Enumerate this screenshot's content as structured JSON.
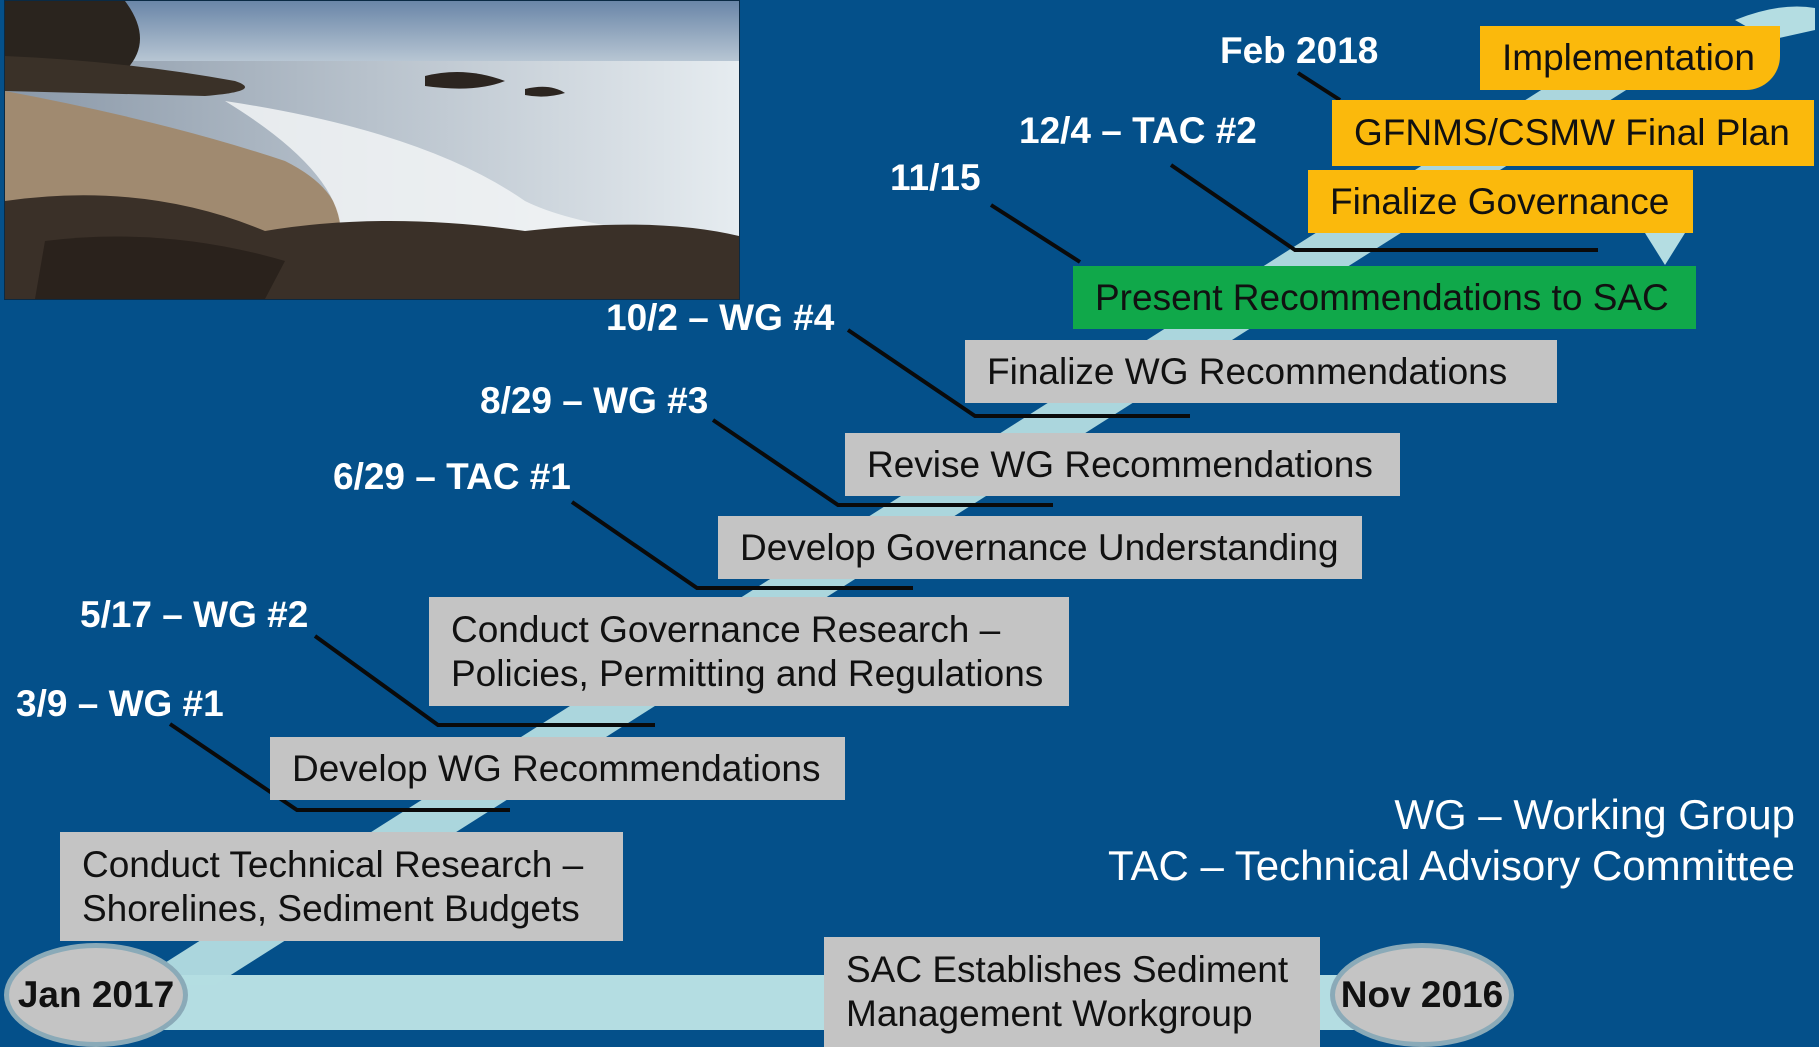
{
  "start_oval": "Jan 2017",
  "end_oval": "Nov 2016",
  "milestones": [
    {
      "date": "3/9 – WG #1"
    },
    {
      "date": "5/17 – WG #2"
    },
    {
      "date": "6/29 – TAC #1"
    },
    {
      "date": "8/29 – WG #3"
    },
    {
      "date": "10/2 – WG #4"
    },
    {
      "date": "11/15"
    },
    {
      "date": "12/4 – TAC #2"
    },
    {
      "date": "Feb 2018"
    }
  ],
  "tasks": [
    {
      "line1": "Conduct Technical Research –",
      "line2": "Shorelines, Sediment Budgets"
    },
    {
      "text": "Develop WG Recommendations"
    },
    {
      "line1": "Conduct Governance Research –",
      "line2": "Policies, Permitting and Regulations"
    },
    {
      "text": "Develop Governance Understanding"
    },
    {
      "text": "Revise WG Recommendations"
    },
    {
      "text": "Finalize WG Recommendations"
    },
    {
      "text": "Present Recommendations to SAC"
    },
    {
      "text": "Finalize Governance"
    },
    {
      "text": "GFNMS/CSMW Final Plan"
    },
    {
      "text": "Implementation"
    }
  ],
  "sac_box": {
    "line1": "SAC Establishes Sediment",
    "line2": "Management Workgroup"
  },
  "legend": {
    "wg": "WG – Working Group",
    "tac": "TAC – Technical Advisory Committee"
  },
  "colors": {
    "background": "#04508a",
    "path": "#b4dde2",
    "task_box": "#c4c4c4",
    "green_box": "#10a84a",
    "gold_box": "#fbb90c"
  }
}
